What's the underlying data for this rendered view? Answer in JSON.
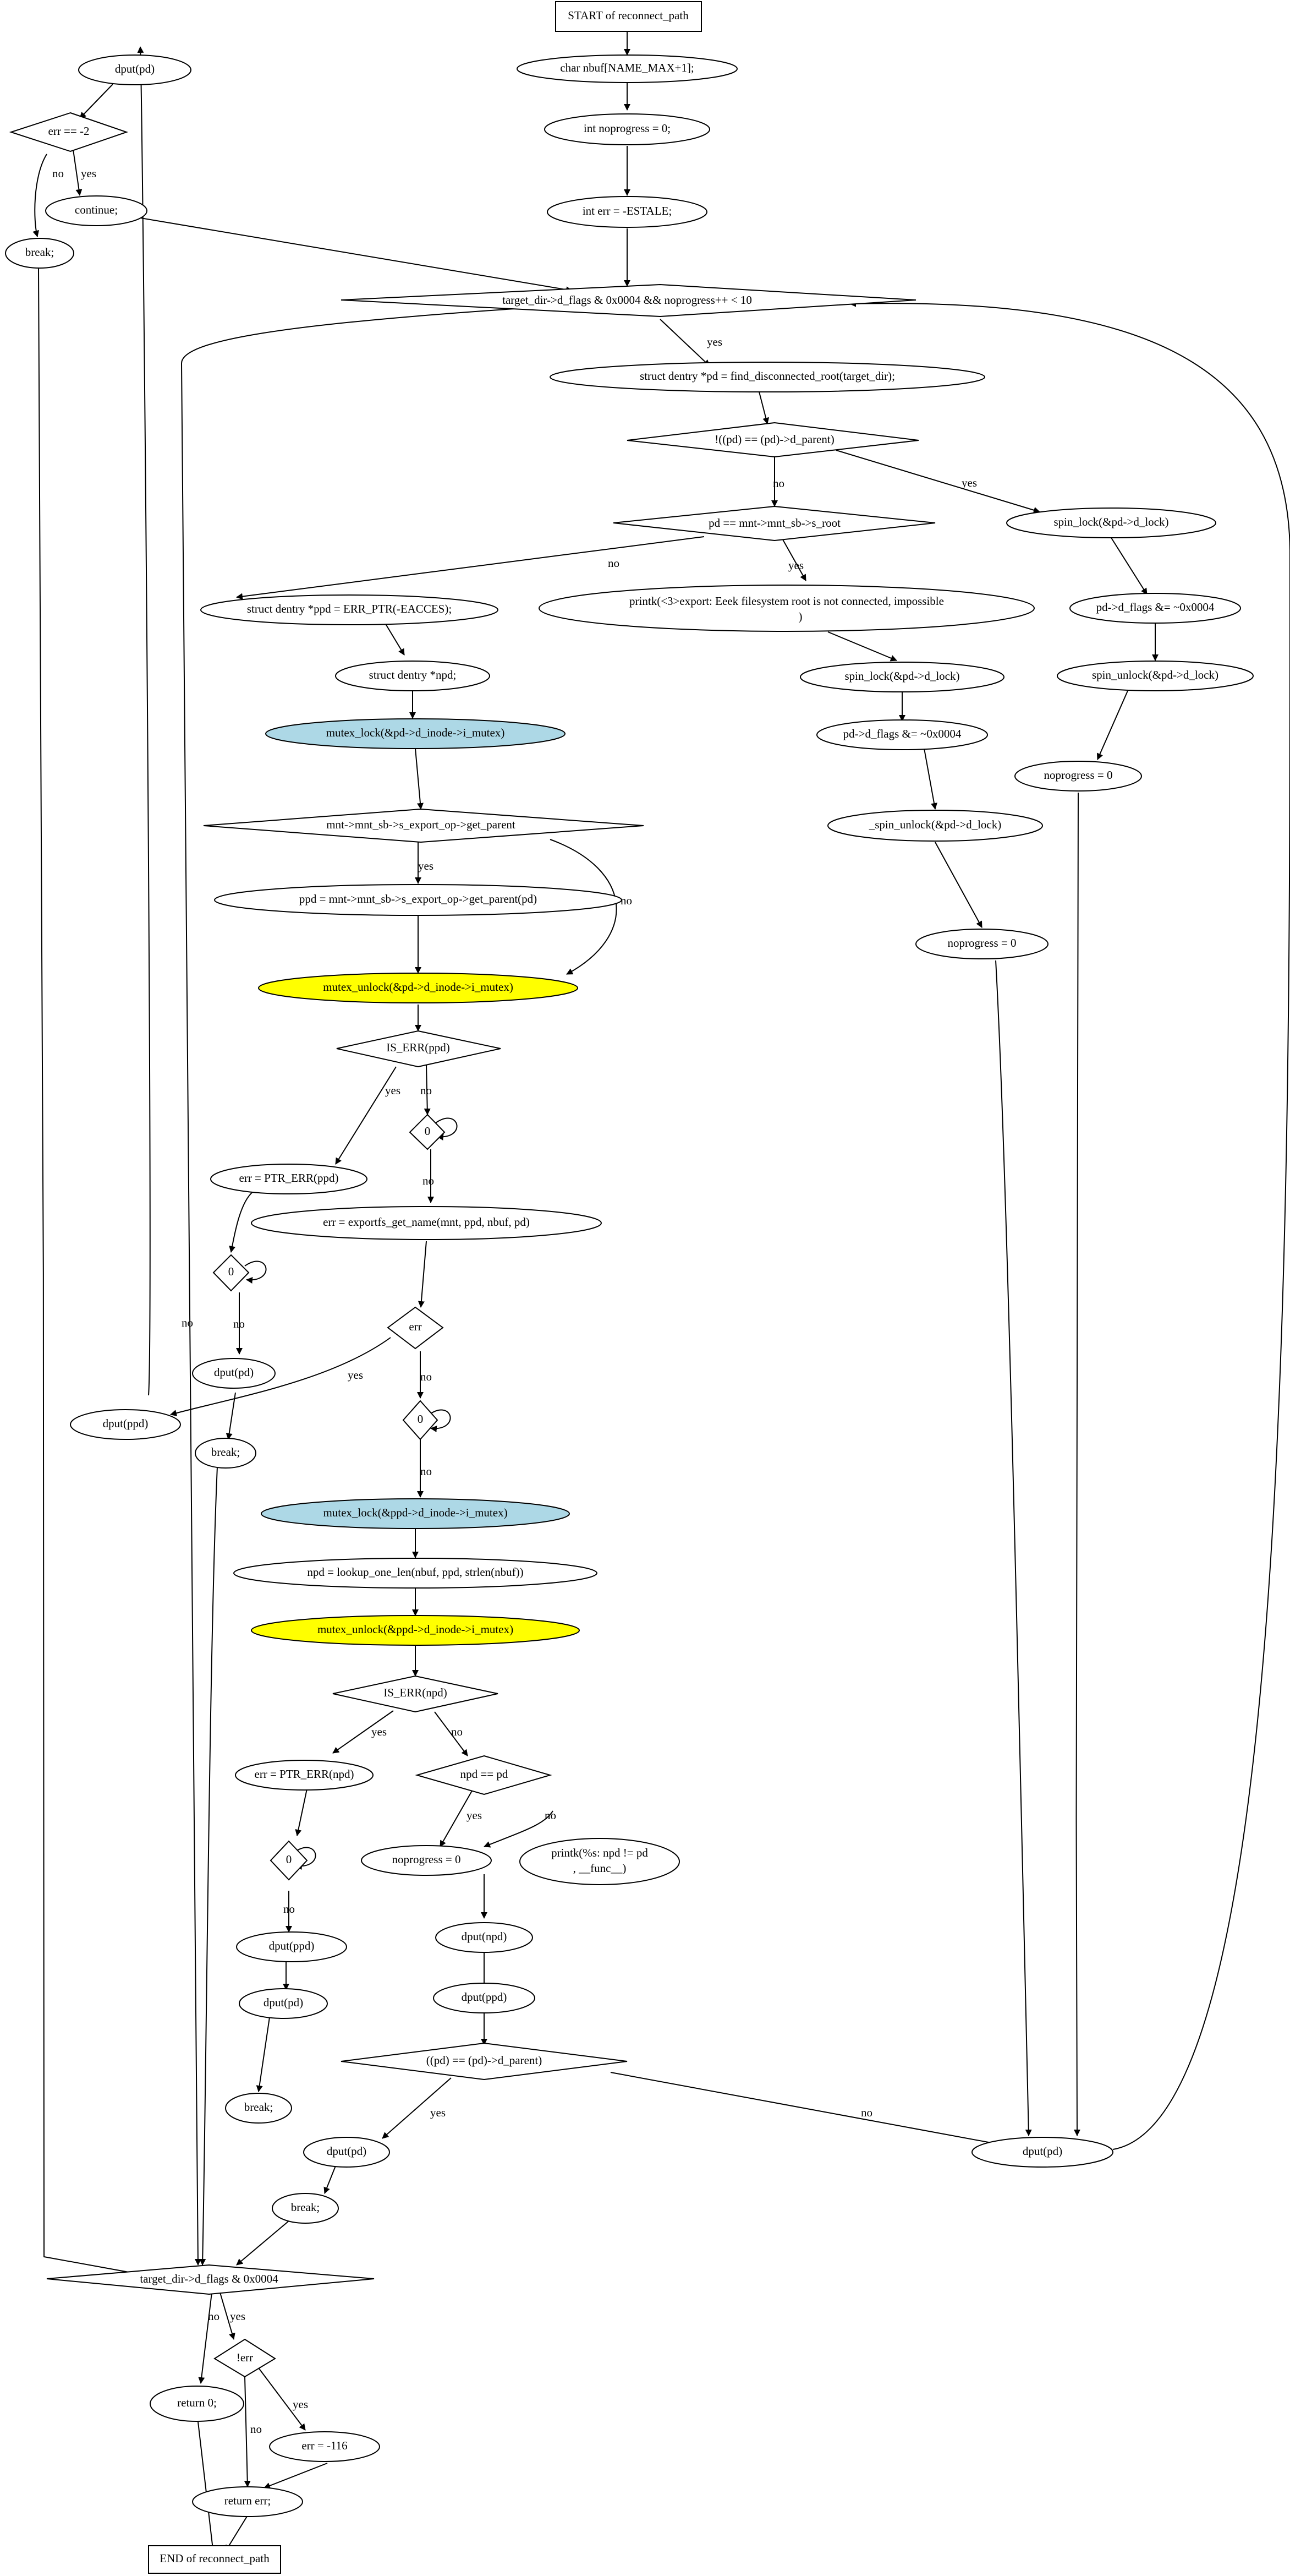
{
  "diagram": {
    "title": "START of reconnect_path",
    "colors": {
      "blue": "#add8e6",
      "yellow": "#ffff00",
      "white": "#ffffff"
    },
    "nodes": [
      {
        "id": "start",
        "shape": "box",
        "label": "START of reconnect_path"
      },
      {
        "id": "n1",
        "shape": "ellipse",
        "label": "char nbuf[NAME_MAX+1];"
      },
      {
        "id": "n2",
        "shape": "ellipse",
        "label": "int noprogress = 0;"
      },
      {
        "id": "n3",
        "shape": "ellipse",
        "label": "int err = -ESTALE;"
      },
      {
        "id": "d_loop",
        "shape": "diamond",
        "label": "target_dir->d_flags & 0x0004 && noprogress++ < 10"
      },
      {
        "id": "n_find",
        "shape": "ellipse",
        "label": "struct dentry *pd = find_disconnected_root(target_dir);"
      },
      {
        "id": "d_root",
        "shape": "diamond",
        "label": "!((pd) == (pd)->d_parent)"
      },
      {
        "id": "d_mnt",
        "shape": "diamond",
        "label": "pd == mnt->mnt_sb->s_root"
      },
      {
        "id": "r_lock",
        "shape": "ellipse",
        "label": "spin_lock(&pd->d_lock)"
      },
      {
        "id": "r_flags",
        "shape": "ellipse",
        "label": "pd->d_flags &= ~0x0004"
      },
      {
        "id": "r_unlock",
        "shape": "ellipse",
        "label": "spin_unlock(&pd->d_lock)"
      },
      {
        "id": "r_noprog",
        "shape": "ellipse",
        "label": "noprogress = 0"
      },
      {
        "id": "m_printk",
        "shape": "ellipse",
        "label": "printk(<3>export: Eeek filesystem root is not connected, impossible",
        "label2": ")"
      },
      {
        "id": "m_lock",
        "shape": "ellipse",
        "label": "spin_lock(&pd->d_lock)"
      },
      {
        "id": "m_flags",
        "shape": "ellipse",
        "label": "pd->d_flags &= ~0x0004"
      },
      {
        "id": "m_unlock",
        "shape": "ellipse",
        "label": "_spin_unlock(&pd->d_lock)"
      },
      {
        "id": "m_noprog",
        "shape": "ellipse",
        "label": "noprogress = 0"
      },
      {
        "id": "l_ppd",
        "shape": "ellipse",
        "label": "struct dentry *ppd = ERR_PTR(-EACCES);"
      },
      {
        "id": "l_npd",
        "shape": "ellipse",
        "label": "struct dentry *npd;"
      },
      {
        "id": "l_mlock",
        "shape": "ellipse",
        "label": "mutex_lock(&pd->d_inode->i_mutex)",
        "fill": "blue"
      },
      {
        "id": "d_getp",
        "shape": "diamond",
        "label": "mnt->mnt_sb->s_export_op->get_parent"
      },
      {
        "id": "l_getp",
        "shape": "ellipse",
        "label": "ppd = mnt->mnt_sb->s_export_op->get_parent(pd)"
      },
      {
        "id": "l_munlock",
        "shape": "ellipse",
        "label": "mutex_unlock(&pd->d_inode->i_mutex)",
        "fill": "yellow"
      },
      {
        "id": "d_iserr",
        "shape": "diamond",
        "label": "IS_ERR(ppd)"
      },
      {
        "id": "d_z1",
        "shape": "diamond",
        "label": "0"
      },
      {
        "id": "l_err1",
        "shape": "ellipse",
        "label": "err = PTR_ERR(ppd)"
      },
      {
        "id": "l_getname",
        "shape": "ellipse",
        "label": "err = exportfs_get_name(mnt, ppd, nbuf, pd)"
      },
      {
        "id": "d_z2",
        "shape": "diamond",
        "label": "0"
      },
      {
        "id": "l_dput_pd1",
        "shape": "ellipse",
        "label": "dput(pd)"
      },
      {
        "id": "l_break1",
        "shape": "ellipse",
        "label": "break;"
      },
      {
        "id": "d_err",
        "shape": "diamond",
        "label": "err"
      },
      {
        "id": "l_dput_ppd_l",
        "shape": "ellipse",
        "label": "dput(ppd)"
      },
      {
        "id": "d_z3",
        "shape": "diamond",
        "label": "0"
      },
      {
        "id": "l_mlock2",
        "shape": "ellipse",
        "label": "mutex_lock(&ppd->d_inode->i_mutex)",
        "fill": "blue"
      },
      {
        "id": "l_lookup",
        "shape": "ellipse",
        "label": "npd = lookup_one_len(nbuf, ppd, strlen(nbuf))"
      },
      {
        "id": "l_munlock2",
        "shape": "ellipse",
        "label": "mutex_unlock(&ppd->d_inode->i_mutex)",
        "fill": "yellow"
      },
      {
        "id": "d_iserrnpd",
        "shape": "diamond",
        "label": "IS_ERR(npd)"
      },
      {
        "id": "l_err2",
        "shape": "ellipse",
        "label": "err = PTR_ERR(npd)"
      },
      {
        "id": "d_npdpd",
        "shape": "diamond",
        "label": "npd == pd"
      },
      {
        "id": "d_z4",
        "shape": "diamond",
        "label": "0"
      },
      {
        "id": "l_noprog2",
        "shape": "ellipse",
        "label": "noprogress = 0"
      },
      {
        "id": "l_printk2",
        "shape": "ellipse",
        "label": "printk(%s: npd != pd",
        "label2": ", __func__)"
      },
      {
        "id": "l_dput_ppd2",
        "shape": "ellipse",
        "label": "dput(ppd)"
      },
      {
        "id": "l_dput_npd",
        "shape": "ellipse",
        "label": "dput(npd)"
      },
      {
        "id": "l_dput_pd2",
        "shape": "ellipse",
        "label": "dput(pd)"
      },
      {
        "id": "l_dput_ppd3",
        "shape": "ellipse",
        "label": "dput(ppd)"
      },
      {
        "id": "l_break2",
        "shape": "ellipse",
        "label": "break;"
      },
      {
        "id": "d_parent2",
        "shape": "diamond",
        "label": "((pd) == (pd)->d_parent)"
      },
      {
        "id": "l_dput_pd3",
        "shape": "ellipse",
        "label": "dput(pd)"
      },
      {
        "id": "r_dput_pd",
        "shape": "ellipse",
        "label": "dput(pd)"
      },
      {
        "id": "l_break3",
        "shape": "ellipse",
        "label": "break;"
      },
      {
        "id": "tl_dput",
        "shape": "ellipse",
        "label": "dput(pd)"
      },
      {
        "id": "tl_d",
        "shape": "diamond",
        "label": "err == -2"
      },
      {
        "id": "tl_cont",
        "shape": "ellipse",
        "label": "continue;"
      },
      {
        "id": "tl_break",
        "shape": "ellipse",
        "label": "break;"
      },
      {
        "id": "d_final",
        "shape": "diamond",
        "label": "target_dir->d_flags & 0x0004"
      },
      {
        "id": "d_noterr",
        "shape": "diamond",
        "label": "!err"
      },
      {
        "id": "l_ret0",
        "shape": "ellipse",
        "label": "return 0;"
      },
      {
        "id": "l_err116",
        "shape": "ellipse",
        "label": "err = -116"
      },
      {
        "id": "l_reterr",
        "shape": "ellipse",
        "label": "return err;"
      },
      {
        "id": "end",
        "shape": "box",
        "label": "END of reconnect_path"
      }
    ],
    "edge_labels": {
      "yes": "yes",
      "no": "no"
    }
  }
}
